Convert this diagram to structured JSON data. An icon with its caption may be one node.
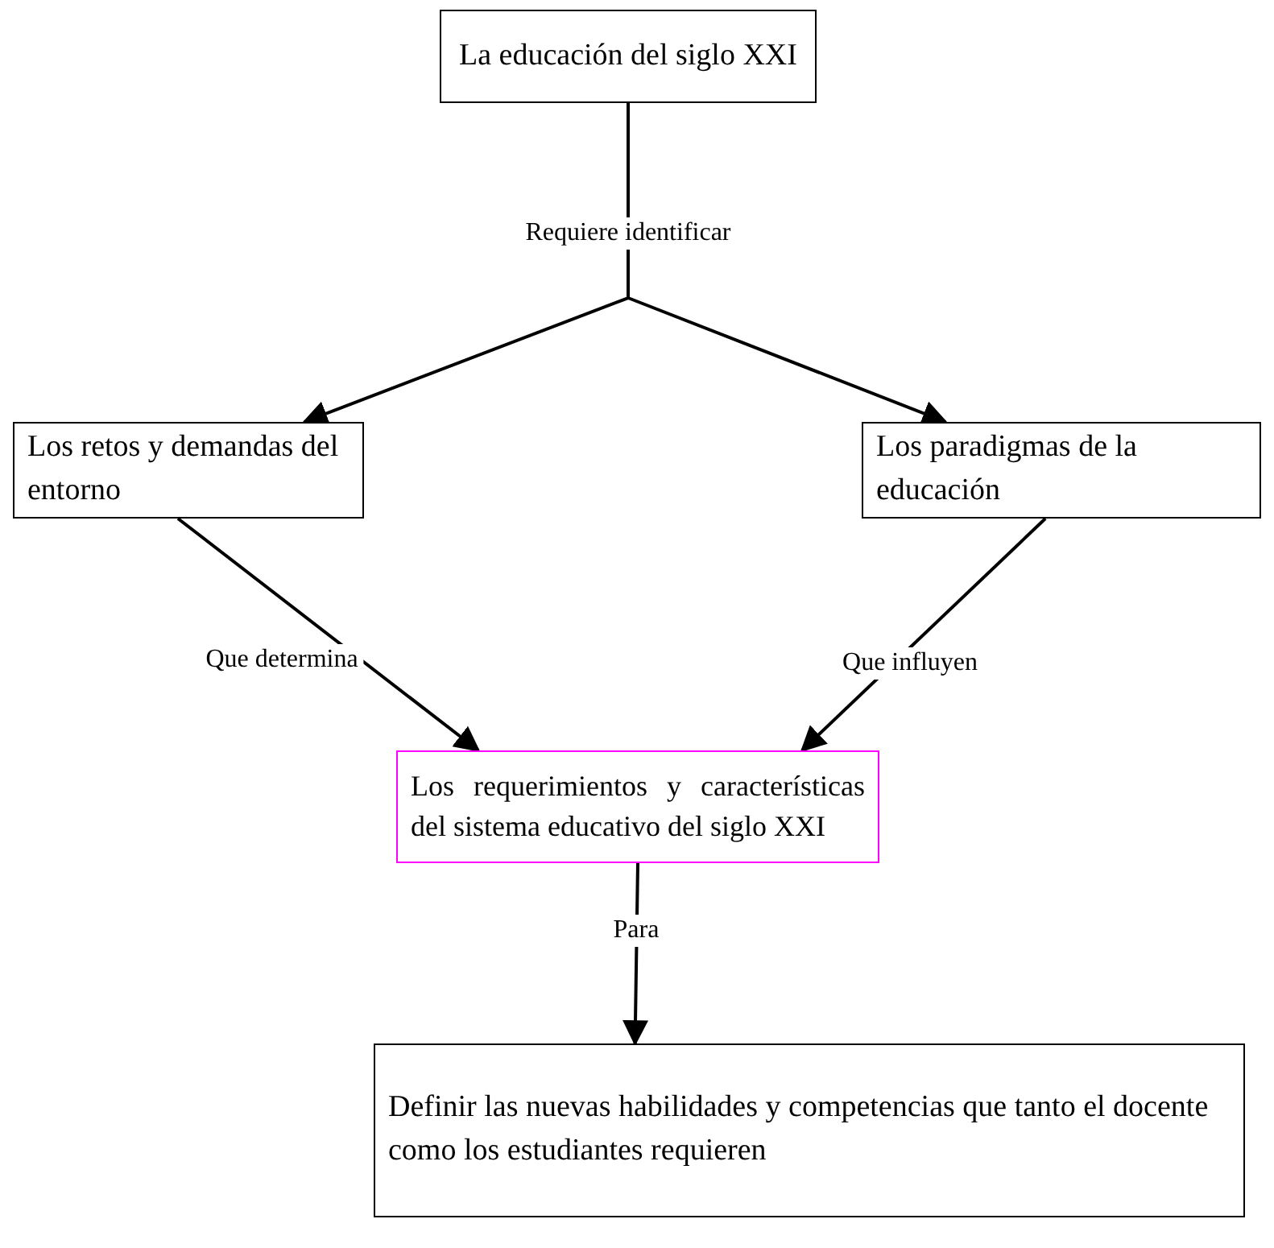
{
  "diagram": {
    "nodes": [
      {
        "text": [
          "La educación del siglo XXI"
        ]
      },
      {
        "text": [
          "Los retos y demandas del entorno"
        ]
      },
      {
        "text": [
          "Los paradigmas de la educación"
        ]
      },
      {
        "text": [
          "Los requerimientos y características del sistema educativo del siglo XXI"
        ]
      },
      {
        "text": [
          "Definir las nuevas habilidades y competencias que tanto el docente como los estudiantes requieren"
        ]
      }
    ],
    "edges": [
      {
        "from": 0,
        "to": 1,
        "arrow": "to",
        "label": "Requiere identificar"
      },
      {
        "from": 0,
        "to": 2,
        "arrow": "to"
      },
      {
        "from": 1,
        "to": 3,
        "arrow": "to",
        "label": "Que determina"
      },
      {
        "from": 2,
        "to": 3,
        "arrow": "to",
        "label": "Que influyen"
      },
      {
        "from": 3,
        "to": 4,
        "arrow": "to",
        "label": "Para"
      }
    ]
  }
}
